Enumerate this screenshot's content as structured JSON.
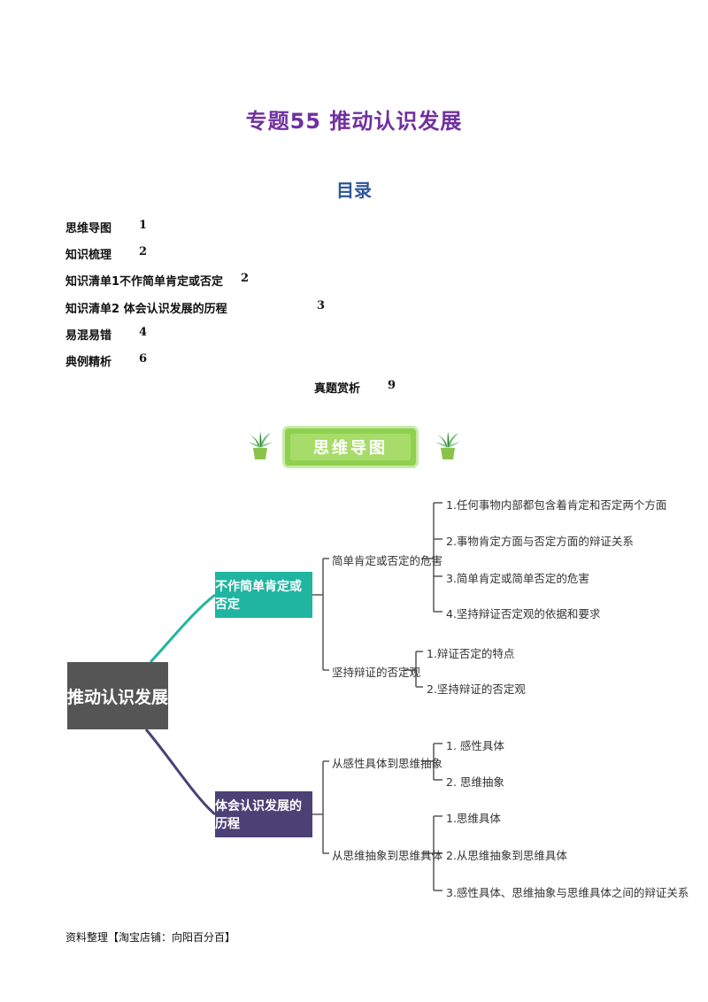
{
  "title": "专题55  推动认识发展",
  "toc": {
    "heading": "目录",
    "items": [
      {
        "label": "思维导图",
        "page": "1"
      },
      {
        "label": "知识梳理",
        "page": "2"
      },
      {
        "label": "知识清单1不作简单肯定或否定",
        "page": "2"
      },
      {
        "label": "知识清单2  体会认识发展的历程",
        "page": "3"
      },
      {
        "label": "易混易错",
        "page": "4"
      },
      {
        "label": "典例精析",
        "page": "6"
      },
      {
        "label": "真题赏析",
        "page": "9"
      }
    ]
  },
  "banner": {
    "label": "思维导图"
  },
  "mindmap": {
    "root": "推动认识发展",
    "branch_a": {
      "label": "不作简单肯定或否定",
      "sub1": {
        "label": "简单肯定或否定的危害",
        "leaves": [
          "1.任何事物内部都包含着肯定和否定两个方面",
          "2.事物肯定方面与否定方面的辩证关系",
          "3.简单肯定或简单否定的危害",
          "4.坚持辩证否定观的依据和要求"
        ]
      },
      "sub2": {
        "label": "坚持辩证的否定观",
        "leaves": [
          "1.辩证否定的特点",
          "2.坚持辩证的否定观"
        ]
      }
    },
    "branch_b": {
      "label": "体会认识发展的历程",
      "sub1": {
        "label": "从感性具体到思维抽象",
        "leaves": [
          "1. 感性具体",
          "2. 思维抽象"
        ]
      },
      "sub2": {
        "label": "从思维抽象到思维具体",
        "leaves": [
          "1.思维具体",
          "2.从思维抽象到思维具体",
          "3.感性具体、思维抽象与思维具体之间的辩证关系"
        ]
      }
    }
  },
  "footer": "资料整理【淘宝店铺：向阳百分百】",
  "colors": {
    "title": "#7030a0",
    "toc_heading": "#2e5597",
    "banner": "#8fd14f",
    "branch_a": "#1fb5a0",
    "branch_b": "#4b4175",
    "root": "#555555"
  }
}
